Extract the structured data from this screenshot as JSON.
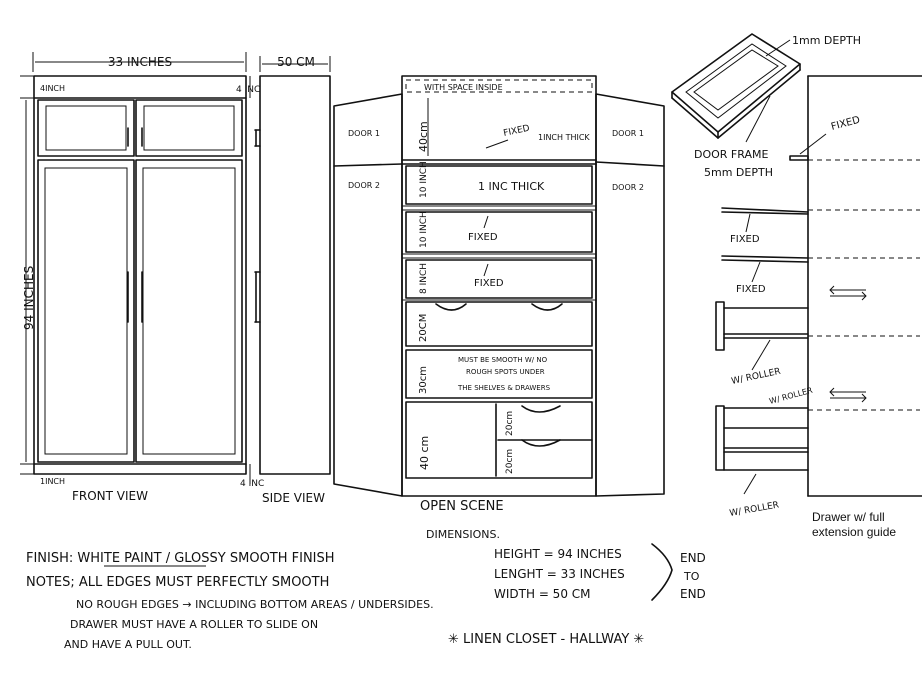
{
  "front": {
    "width_dim": "33 INCHES",
    "top_dim": "4INCH",
    "height_dim": "94 INCHES",
    "bottom_dim": "1INCH",
    "label": "FRONT VIEW"
  },
  "side": {
    "width_dim": "50 CM",
    "top_dim": "4 INC",
    "bottom_dim": "4 INC",
    "label": "SIDE VIEW"
  },
  "open": {
    "top_note": "WITH SPACE INSIDE",
    "door1_left": "DOOR 1",
    "door2_left": "DOOR 2",
    "door1_right": "DOOR 1",
    "door2_right": "DOOR 2",
    "dim_40cm_top": "40cm",
    "fixed_1": "FIXED",
    "inch_thick_1": "1INCH THICK",
    "dim_10_1": "10 INCH",
    "inch_thick_2": "1 INC  THICK",
    "dim_10_2": "10 INCH",
    "fixed_2": "FIXED",
    "dim_8": "8 INCH",
    "fixed_3": "FIXED",
    "dim_20cm_a": "20CM",
    "dim_30cm": "30cm",
    "smooth_note_1": "MUST BE SMOOTH W/ NO",
    "smooth_note_2": "ROUGH SPOTS UNDER",
    "smooth_note_3": "THE SHELVES & DRAWERS",
    "dim_40cm_bottom": "40 cm",
    "dim_20cm_b": "20cm",
    "dim_20cm_c": "20cm",
    "label": "OPEN SCENE"
  },
  "detail": {
    "depth_1mm": "1mm DEPTH",
    "door_frame_1": "DOOR FRAME",
    "door_frame_2": "5mm DEPTH",
    "fixed_a": "FIXED",
    "fixed_b": "FIXED",
    "fixed_c": "FIXED",
    "roller_1": "W/ ROLLER",
    "roller_2": "W/ ROLLER",
    "roller_3": "W/ ROLLER",
    "caption_1": "Drawer w/ full",
    "caption_2": "extension guide"
  },
  "notes": {
    "finish": "FINISH:  WHITE PAINT / GLOSSY SMOOTH FINISH",
    "notes_1": "NOTES; ALL EDGES MUST PERFECTLY SMOOTH",
    "notes_2": "NO ROUGH EDGES → INCLUDING BOTTOM AREAS / UNDERSIDES.",
    "notes_3": "DRAWER MUST HAVE A ROLLER TO SLIDE ON",
    "notes_4": "AND HAVE A PULL OUT."
  },
  "dimensions": {
    "title": "DIMENSIONS.",
    "height": "HEIGHT = 94 INCHES",
    "length": "LENGHT = 33 INCHES",
    "width": "WIDTH = 50 CM",
    "end1": "END",
    "end2": "TO",
    "end3": "END"
  },
  "footer": {
    "title": "✳ LINEN CLOSET - HALLWAY ✳"
  }
}
